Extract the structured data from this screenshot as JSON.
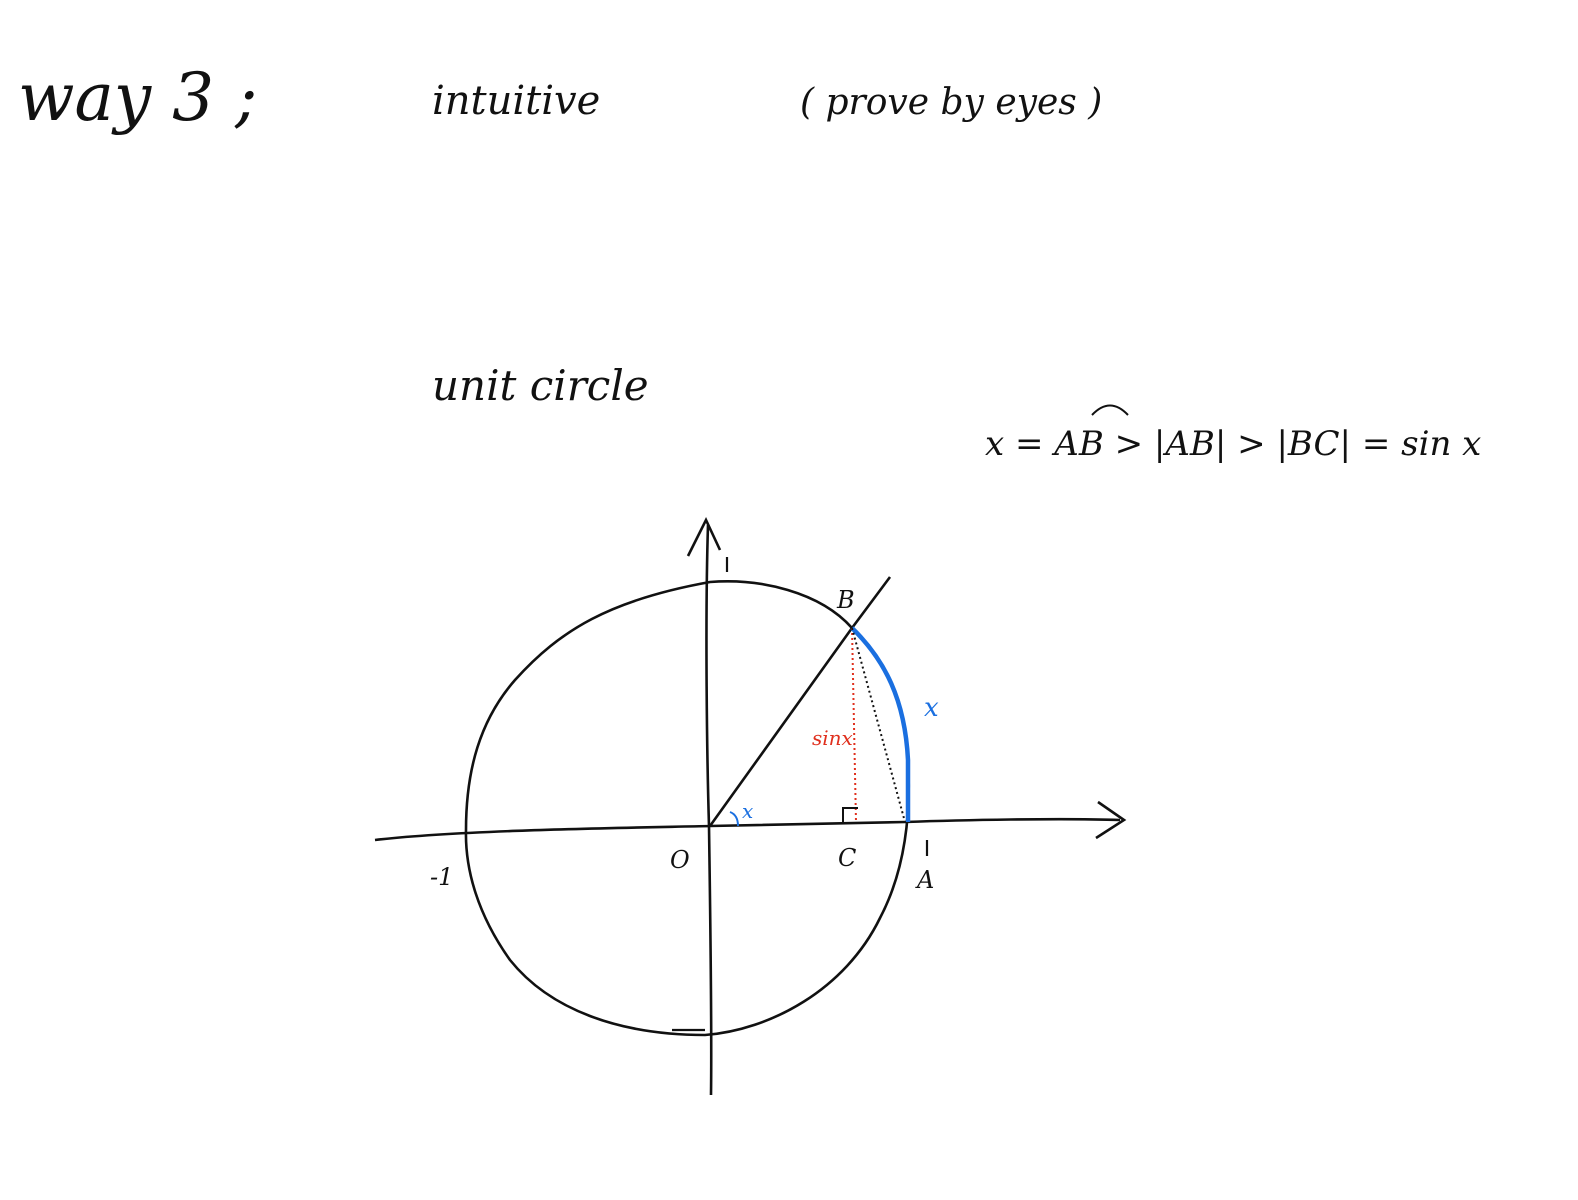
{
  "header": {
    "way": "way 3 ;",
    "method": "intuitive",
    "note": "( prove by eyes )"
  },
  "subtitle": "unit circle",
  "inequality": "x = AB > |AB| > |BC| = sin x",
  "diagram": {
    "top_tick": "1",
    "bottom_tick": "-1",
    "left_tick": "-1",
    "right_tick": "1",
    "origin": "O",
    "point_A": "A",
    "point_B": "B",
    "point_C": "C",
    "sin_label": "sinx",
    "arc_label": "x",
    "angle_label": "x",
    "colors": {
      "ink": "#111111",
      "arc": "#1a6fe0",
      "sin": "#e0301e"
    }
  }
}
